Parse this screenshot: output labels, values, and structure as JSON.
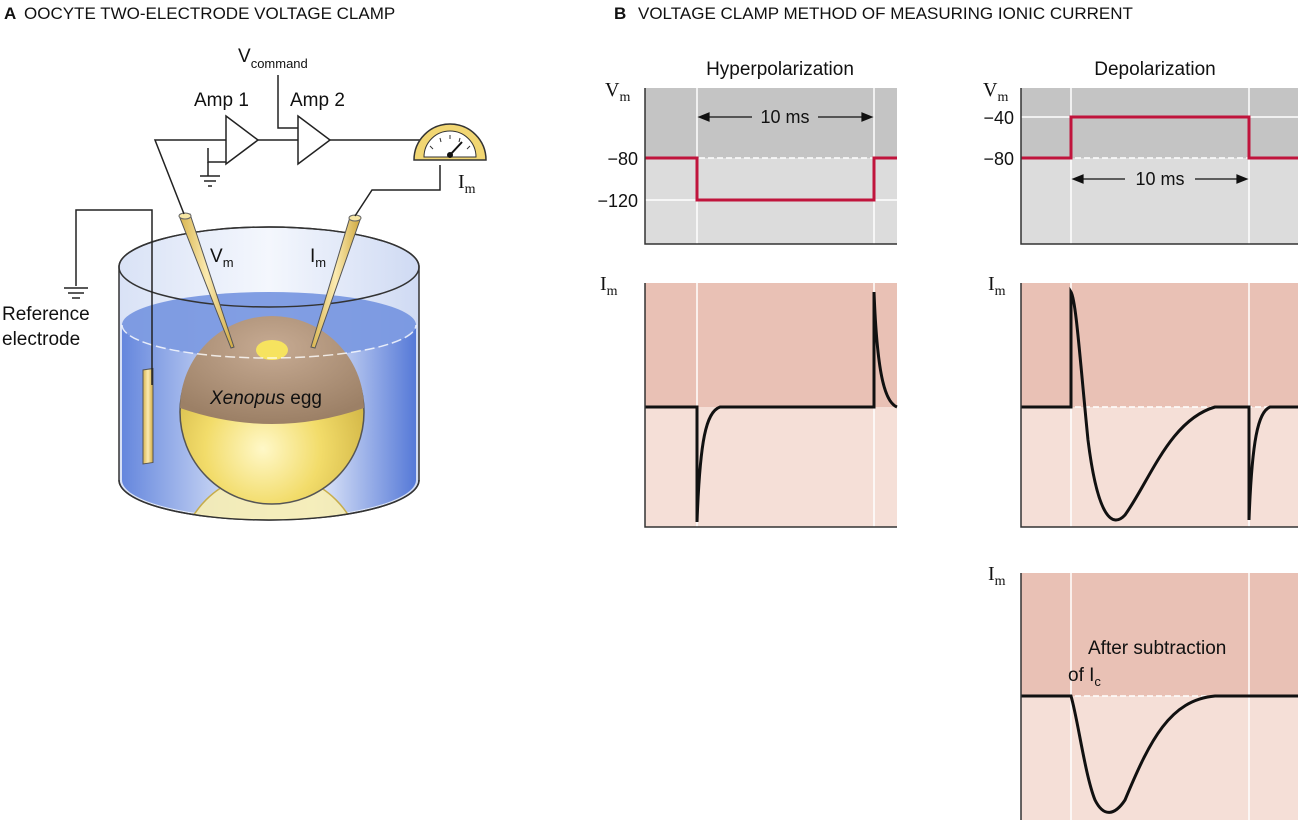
{
  "panel_a": {
    "letter": "A",
    "title": "OOCYTE TWO-ELECTRODE VOLTAGE CLAMP",
    "amp1": "Amp 1",
    "amp2": "Amp 2",
    "vcommand_main": "V",
    "vcommand_sub": "command",
    "meter_main": "I",
    "meter_sub": "m",
    "vm_main": "V",
    "vm_sub": "m",
    "im_main": "I",
    "im_sub": "m",
    "ref_line1": "Reference",
    "ref_line2": "electrode",
    "egg_italic": "Xenopus",
    "egg_rest": " egg"
  },
  "panel_b": {
    "letter": "B",
    "title": "VOLTAGE CLAMP METHOD OF MEASURING IONIC CURRENT",
    "hyper_title": "Hyperpolarization",
    "depol_title": "Depolarization",
    "vm_main": "V",
    "vm_sub": "m",
    "im_main": "I",
    "im_sub": "m",
    "tick_m80": "−80",
    "tick_m120": "−120",
    "tick_m40": "−40",
    "duration": "10 ms",
    "after_line1": "After subtraction",
    "after_line2": "of I",
    "after_sub": "c"
  },
  "colors": {
    "voltage_trace": "#c0143c",
    "voltage_bg_dark": "#c4c4c4",
    "voltage_bg_light": "#dcdcdc",
    "current_bg_dark": "#e9c1b5",
    "current_bg_light": "#f5dfd7",
    "current_trace": "#111111",
    "bath_blue": "#6f8fe0",
    "electrode_gold": "#e8c96a"
  },
  "chart_data": [
    {
      "type": "line",
      "title": "Hyperpolarization",
      "ylabel": "Vm",
      "step": {
        "holding": -80,
        "command": -120,
        "duration_ms": 10
      }
    },
    {
      "type": "line",
      "title": "Depolarization",
      "ylabel": "Vm",
      "step": {
        "holding": -80,
        "command": -40,
        "duration_ms": 10
      }
    },
    {
      "type": "line",
      "ylabel": "Im",
      "shape": "capacitive transients only (inward at onset, outward at offset)"
    },
    {
      "type": "line",
      "ylabel": "Im",
      "shape": "outward capacitive spike, inward ionic current, inward capacitive spike at offset"
    },
    {
      "type": "line",
      "ylabel": "Im",
      "annotation": "After subtraction of Ic",
      "shape": "inward ionic current only"
    }
  ]
}
